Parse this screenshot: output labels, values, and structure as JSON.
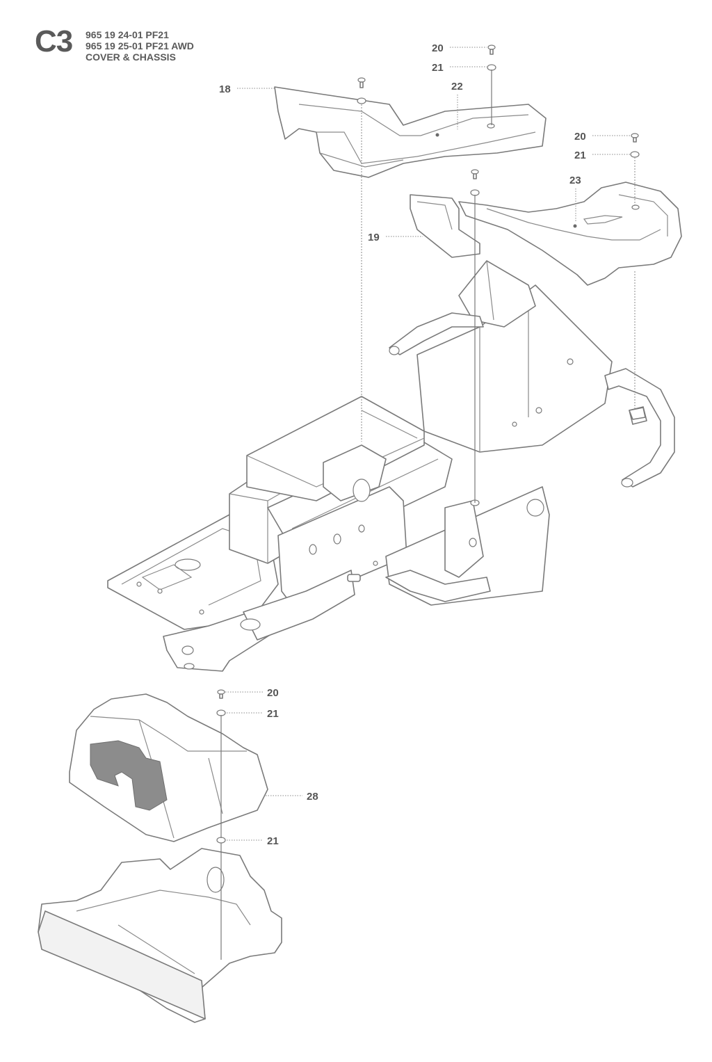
{
  "header": {
    "code": "C3",
    "lines": [
      "965 19 24-01 PF21",
      "965 19 25-01 PF21 AWD",
      "COVER & CHASSIS"
    ]
  },
  "callouts": {
    "c18": "18",
    "c19": "19",
    "c20a": "20",
    "c21a": "21",
    "c22": "22",
    "c20b": "20",
    "c21b": "21",
    "c23": "23",
    "c20c": "20",
    "c21c": "21",
    "c28": "28",
    "c21d": "21"
  }
}
